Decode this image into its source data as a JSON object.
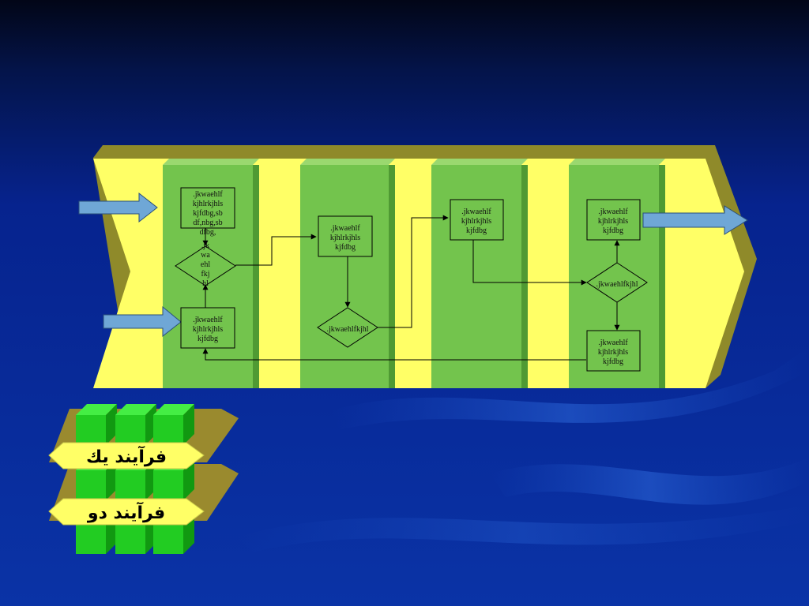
{
  "colors": {
    "background_top": "#020617",
    "background_bottom": "#0a33a6",
    "chevron_yellow": "#ffff66",
    "chevron_shadow": "#8f8a2a",
    "lane_green": "#73c44d",
    "lane_green_dark": "#4f9a33",
    "arrow_blue": "#6fa7d6",
    "cube_green": "#22cc22",
    "tray_olive": "#9a8a2e"
  },
  "flow": {
    "boxes": {
      "b1": {
        "lines": [
          ".jkwaehlf",
          "kjhlrkjhls",
          "kjfdbg,sb",
          "df,nbg,sb",
          "dfbg,"
        ]
      },
      "b2": {
        "lines": [
          ".jkwaehlf",
          "kjhlrkjhls",
          "kjfdbg"
        ]
      },
      "b3": {
        "lines": [
          ".jkwaehlf",
          "kjhlrkjhls",
          "kjfdbg"
        ]
      },
      "b4": {
        "lines": [
          ".jkwaehlf",
          "kjhlrkjhls",
          "kjfdbg"
        ]
      },
      "b5": {
        "lines": [
          ".jkwaehlf",
          "kjhlrkjhls",
          "kjfdbg"
        ]
      },
      "b6": {
        "lines": [
          ".jkwaehlf",
          "kjhlrkjhls",
          "kjfdbg"
        ]
      }
    },
    "decisions": {
      "d1": {
        "lines": [
          ".jk",
          "wa",
          "ehl",
          "fkj",
          "hl"
        ]
      },
      "d2": {
        "lines": [
          ".jkwaehlfkjhl"
        ]
      },
      "d3": {
        "lines": [
          ".jkwaehlfkjhl"
        ]
      }
    }
  },
  "legend": {
    "process_one": "فرآیند یك",
    "process_two": "فرآیند دو"
  }
}
